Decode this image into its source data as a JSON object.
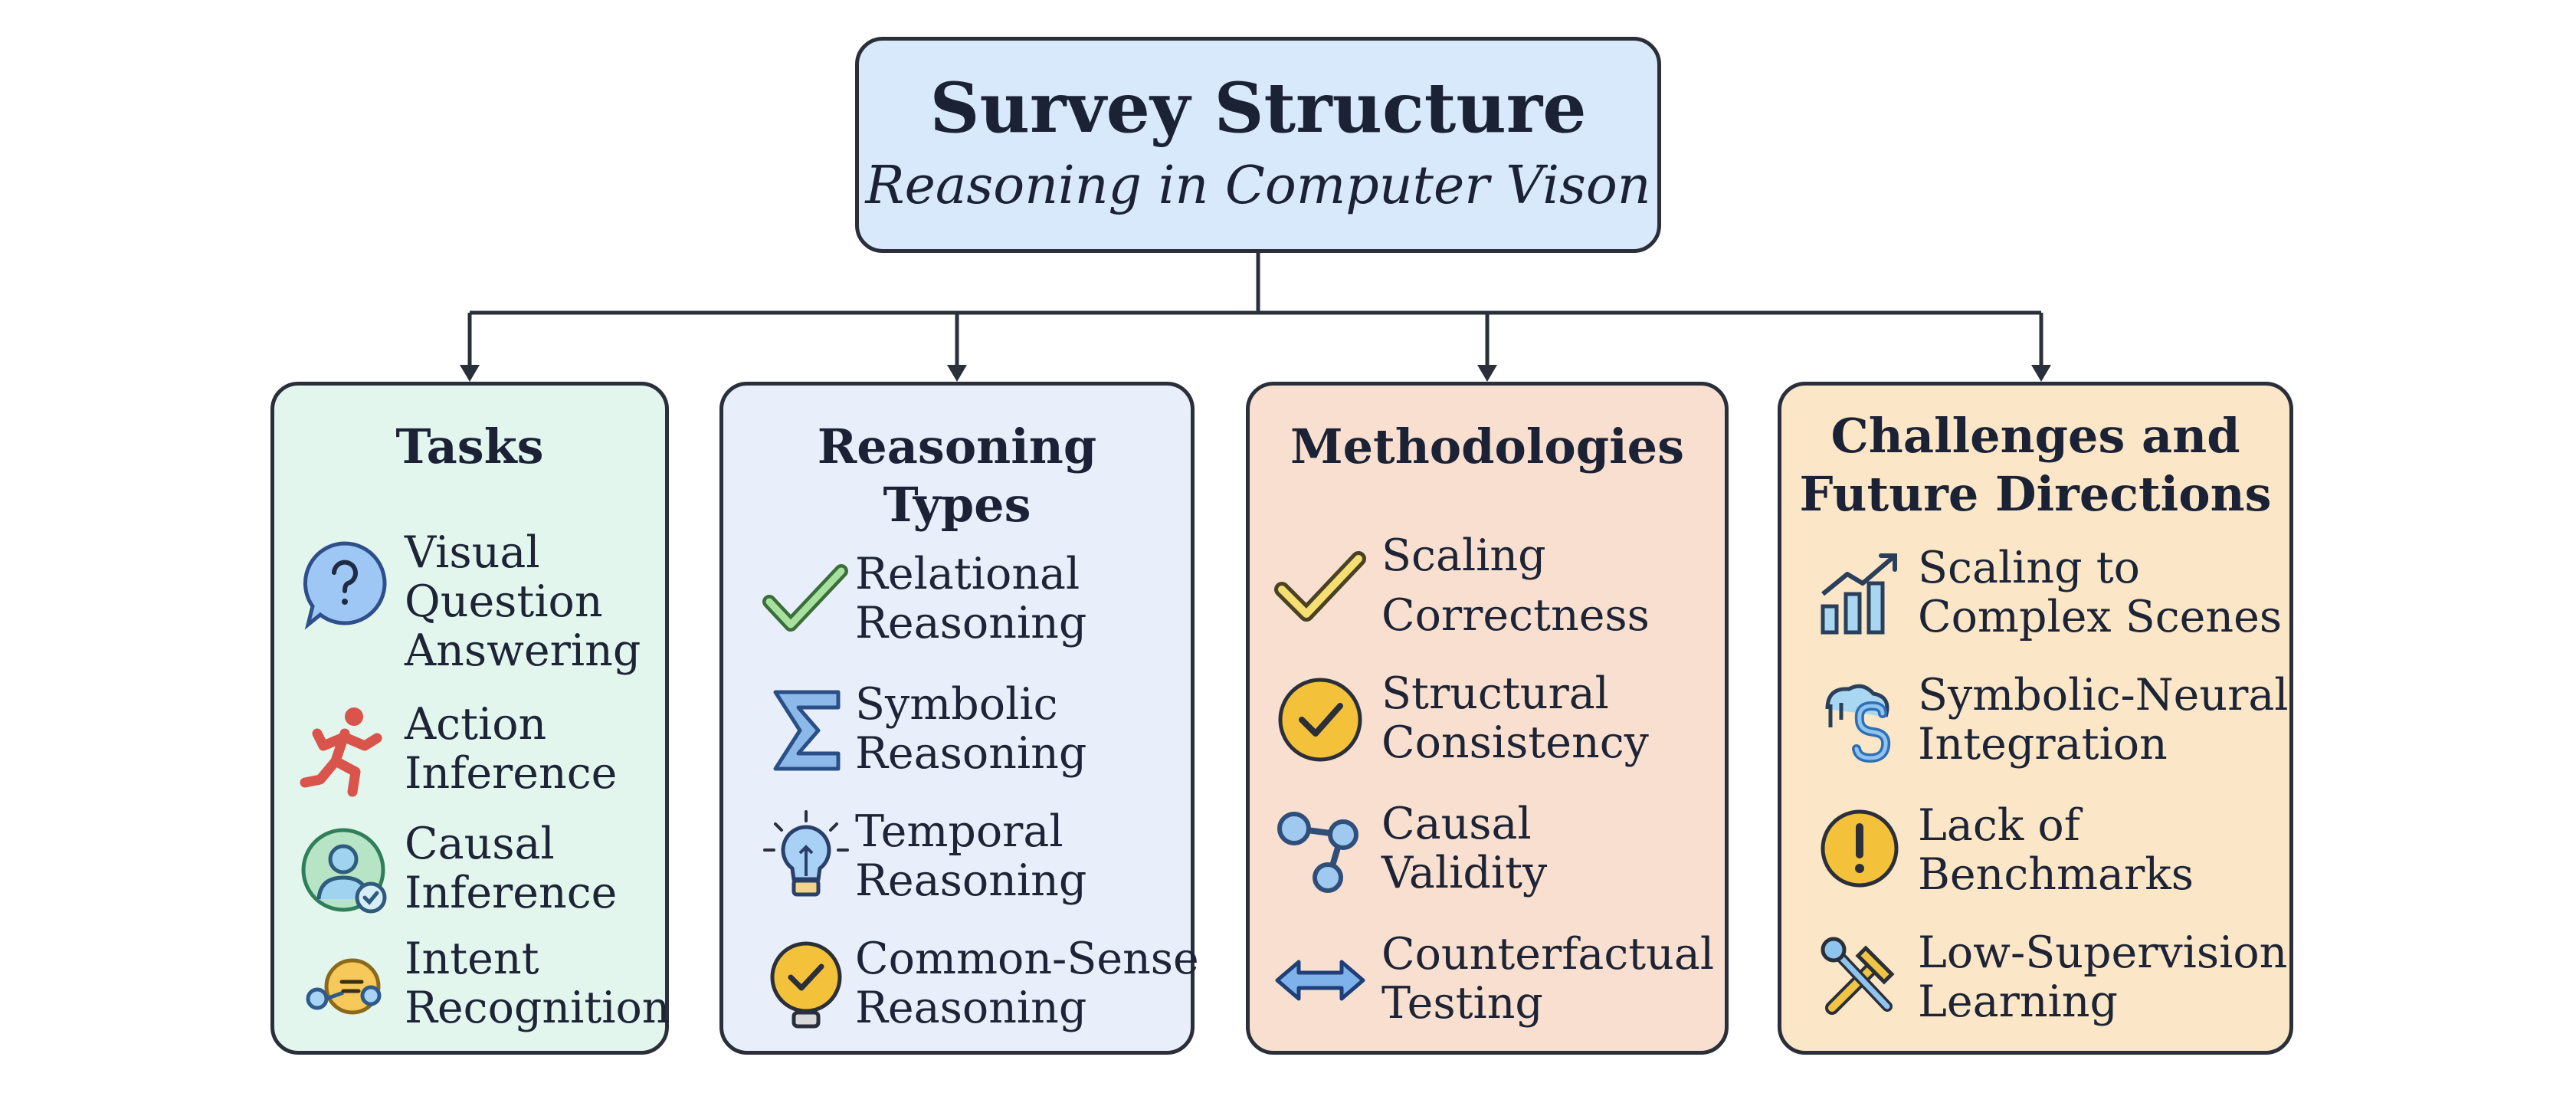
{
  "root": {
    "title": "Survey Structure",
    "subtitle": "Reasoning in Computer Vison"
  },
  "columns": [
    {
      "title_lines": [
        "Tasks"
      ],
      "items": [
        {
          "icon": "question-bubble-icon",
          "lines": [
            "Visual",
            "Question",
            "Answering"
          ]
        },
        {
          "icon": "running-person-icon",
          "lines": [
            "Action",
            "Inference"
          ]
        },
        {
          "icon": "person-check-icon",
          "lines": [
            "Causal",
            "Inference"
          ]
        },
        {
          "icon": "face-link-icon",
          "lines": [
            "Intent",
            "Recognition"
          ]
        }
      ]
    },
    {
      "title_lines": [
        "Reasoning",
        "Types"
      ],
      "items": [
        {
          "icon": "checkmark-icon",
          "lines": [
            "Relational",
            "Reasoning"
          ]
        },
        {
          "icon": "sigma-icon",
          "lines": [
            "Symbolic",
            "Reasoning"
          ]
        },
        {
          "icon": "lightbulb-icon",
          "lines": [
            "Temporal",
            "Reasoning"
          ]
        },
        {
          "icon": "check-circle-icon",
          "lines": [
            "Common-Sense",
            "Reasoning"
          ]
        }
      ]
    },
    {
      "title_lines": [
        "Methodologies"
      ],
      "items": [
        {
          "icon": "checkmark-icon",
          "lines": [
            "Scaling",
            "Correctness"
          ]
        },
        {
          "icon": "check-circle-icon",
          "lines": [
            "Structural",
            "Consistency"
          ]
        },
        {
          "icon": "nodes-link-icon",
          "lines": [
            "Causal",
            "Validity"
          ]
        },
        {
          "icon": "double-arrow-icon",
          "lines": [
            "Counterfactual",
            "Testing"
          ]
        }
      ]
    },
    {
      "title_lines": [
        "Challenges and",
        "Future Directions"
      ],
      "items": [
        {
          "icon": "growth-chart-icon",
          "lines": [
            "Scaling to",
            "Complex Scenes"
          ]
        },
        {
          "icon": "brain-symbol-icon",
          "lines": [
            "Symbolic-Neural",
            "Integration"
          ]
        },
        {
          "icon": "warning-icon",
          "lines": [
            "Lack of",
            "Benchmarks"
          ]
        },
        {
          "icon": "tools-icon",
          "lines": [
            "Low-Supervision",
            "Learning"
          ]
        }
      ]
    }
  ]
}
